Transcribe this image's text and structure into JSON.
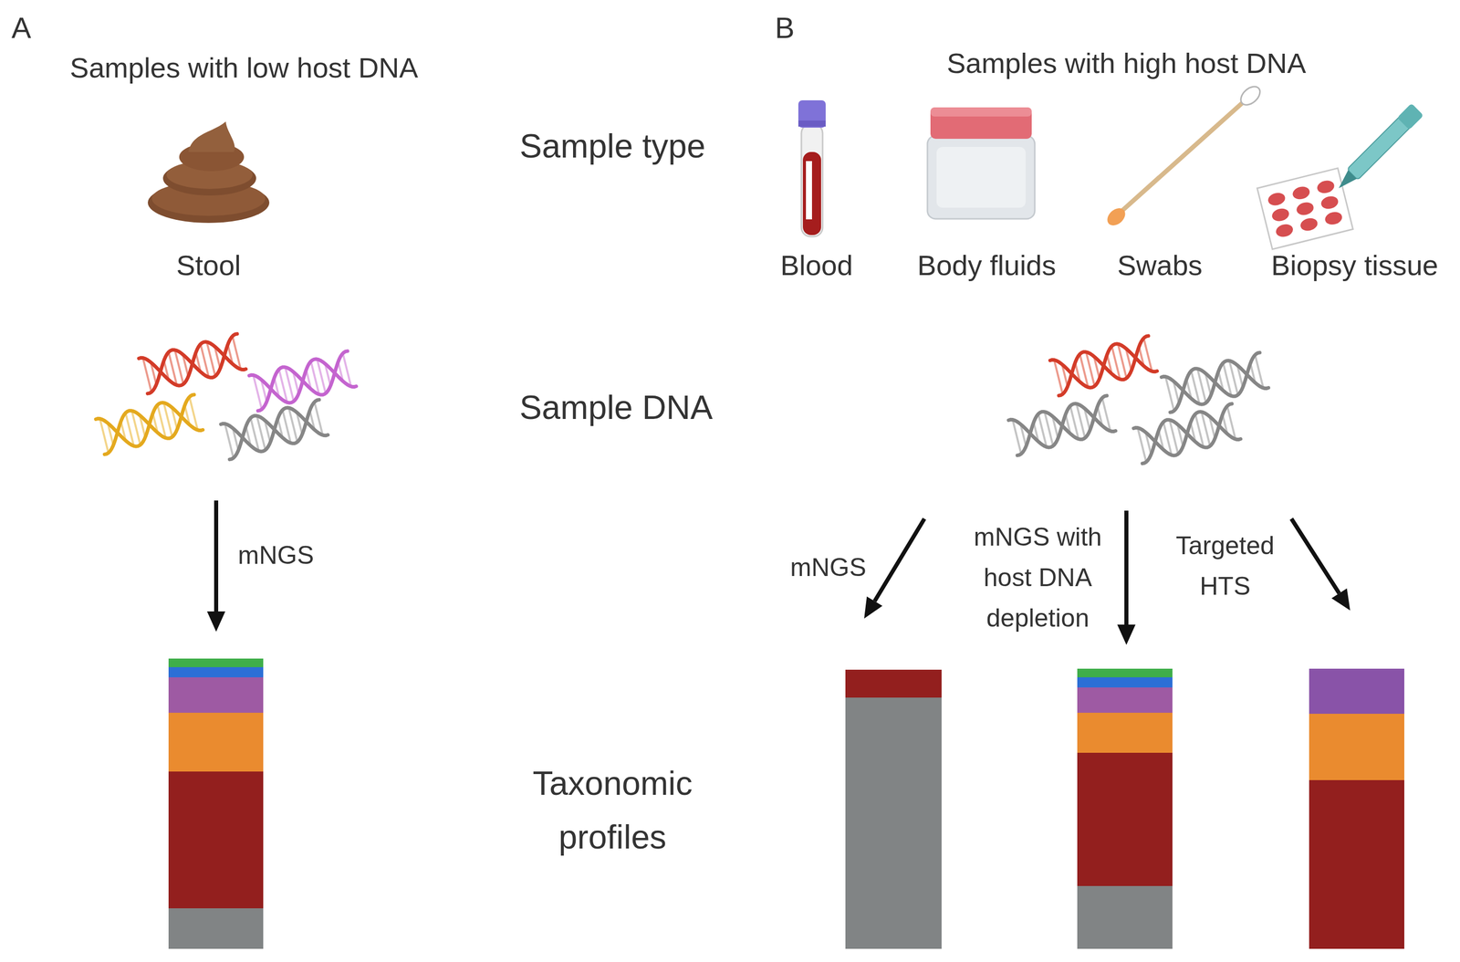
{
  "diagram": {
    "labels": [
      "A",
      "Samples with low host DNA",
      "B",
      "Samples with high host DNA",
      "Sample type",
      "Stool",
      "Blood",
      "Body fluids",
      "Swabs",
      "Biopsy tissue",
      "Sample DNA",
      "mNGS",
      "mNGS",
      "mNGS with host DNA depletion",
      "Targeted HTS",
      "Taxonomic profiles"
    ]
  }
}
